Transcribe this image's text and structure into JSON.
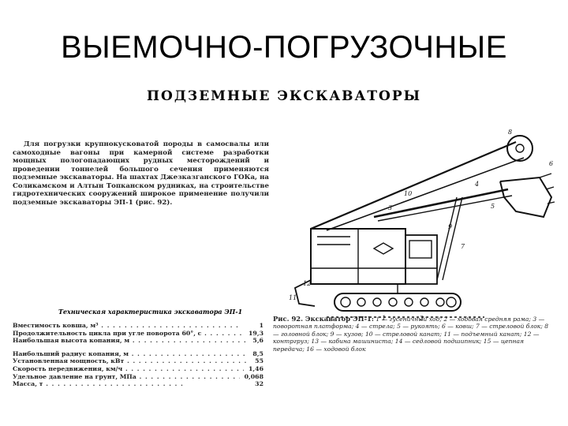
{
  "slide": {
    "title": "ВЫЕМОЧНО-ПОГРУЗОЧНЫЕ"
  },
  "scan": {
    "heading": "ПОДЗЕМНЫЕ ЭКСКАВАТОРЫ",
    "intro": "Для погрузки крупнокусковатой породы в самосвалы или самоходные вагоны при камерной системе разработки мощных пологопадающих рудных месторождений и проведении тоннелей большого сечения применяются подземные экскаваторы. На шахтах Джезказганского ГОКа, на Соликамском и Алтын Топканском рудниках, на строительстве гидротехнических сооружений широкое применение получили подземные экскаваторы ЭП-1 (рис. 92).",
    "tech_title": "Техническая характеристика экскаватора ЭП-1",
    "tech_rows": [
      {
        "label": "Вместимость ковша, м³",
        "value": "1"
      },
      {
        "label": "Продолжительность цикла при угле поворота 60°, с",
        "value": "19,3"
      },
      {
        "label": "Наибольшая высота копания, м",
        "value": "5,6"
      },
      {
        "label": "Наибольший радиус копания, м",
        "value": "8,5"
      },
      {
        "label": "Установленная мощность, кВт",
        "value": "55"
      },
      {
        "label": "Скорость передвижения, км/ч",
        "value": "1,46"
      },
      {
        "label": "Удельное давление на грунт, МПа",
        "value": "0,068"
      },
      {
        "label": "Масса, т",
        "value": "32"
      }
    ],
    "caption_title": "Рис. 92. Экскаватор ЭП-1:",
    "caption_text": "1 — гусеничный ход; 2 — ходовая средняя рама; 3 — поворотная платформа; 4 — стрела; 5 — рукоять; 6 — ковш; 7 — стреловой блок; 8 — головной блок; 9 — кузов; 10 — стреловой канат; 11 — подъемный канат; 12 — контргруз; 13 — кабина машиниста; 14 — седловой подшипник; 15 — цепная передача; 16 — ходовой блок",
    "figure_labels": [
      "1",
      "2",
      "3",
      "4",
      "5",
      "6",
      "7",
      "8",
      "9",
      "10",
      "11",
      "12"
    ]
  }
}
